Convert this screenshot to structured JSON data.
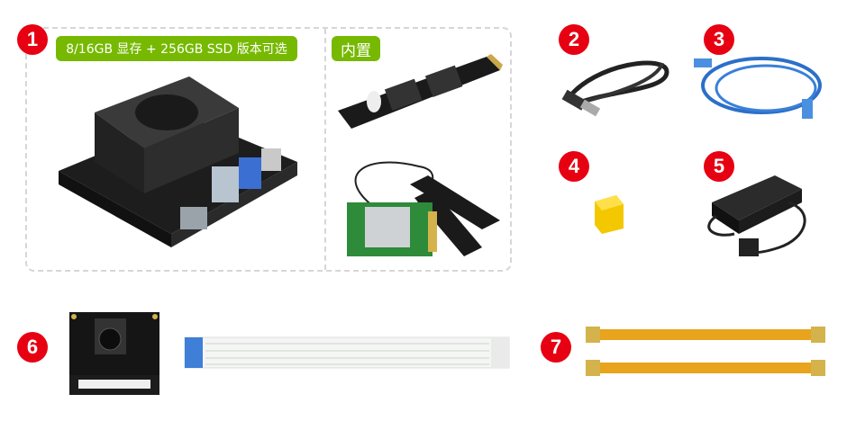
{
  "badges": [
    "1",
    "2",
    "3",
    "4",
    "5",
    "6",
    "7"
  ],
  "labels": {
    "memory_options": "8/16GB 显存 + 256GB SSD 版本可选",
    "built_in": "内置"
  },
  "colors": {
    "badge": "#e60012",
    "tag": "#76b900",
    "dashed_border": "#d6d6d6"
  },
  "items": [
    "jetson-dev-board",
    "m2-ssd",
    "wifi-card-with-antennas",
    "usb-cable",
    "ethernet-cable",
    "jumper-cap",
    "power-adapter",
    "camera-module",
    "ffc-cable",
    "flex-cables"
  ]
}
